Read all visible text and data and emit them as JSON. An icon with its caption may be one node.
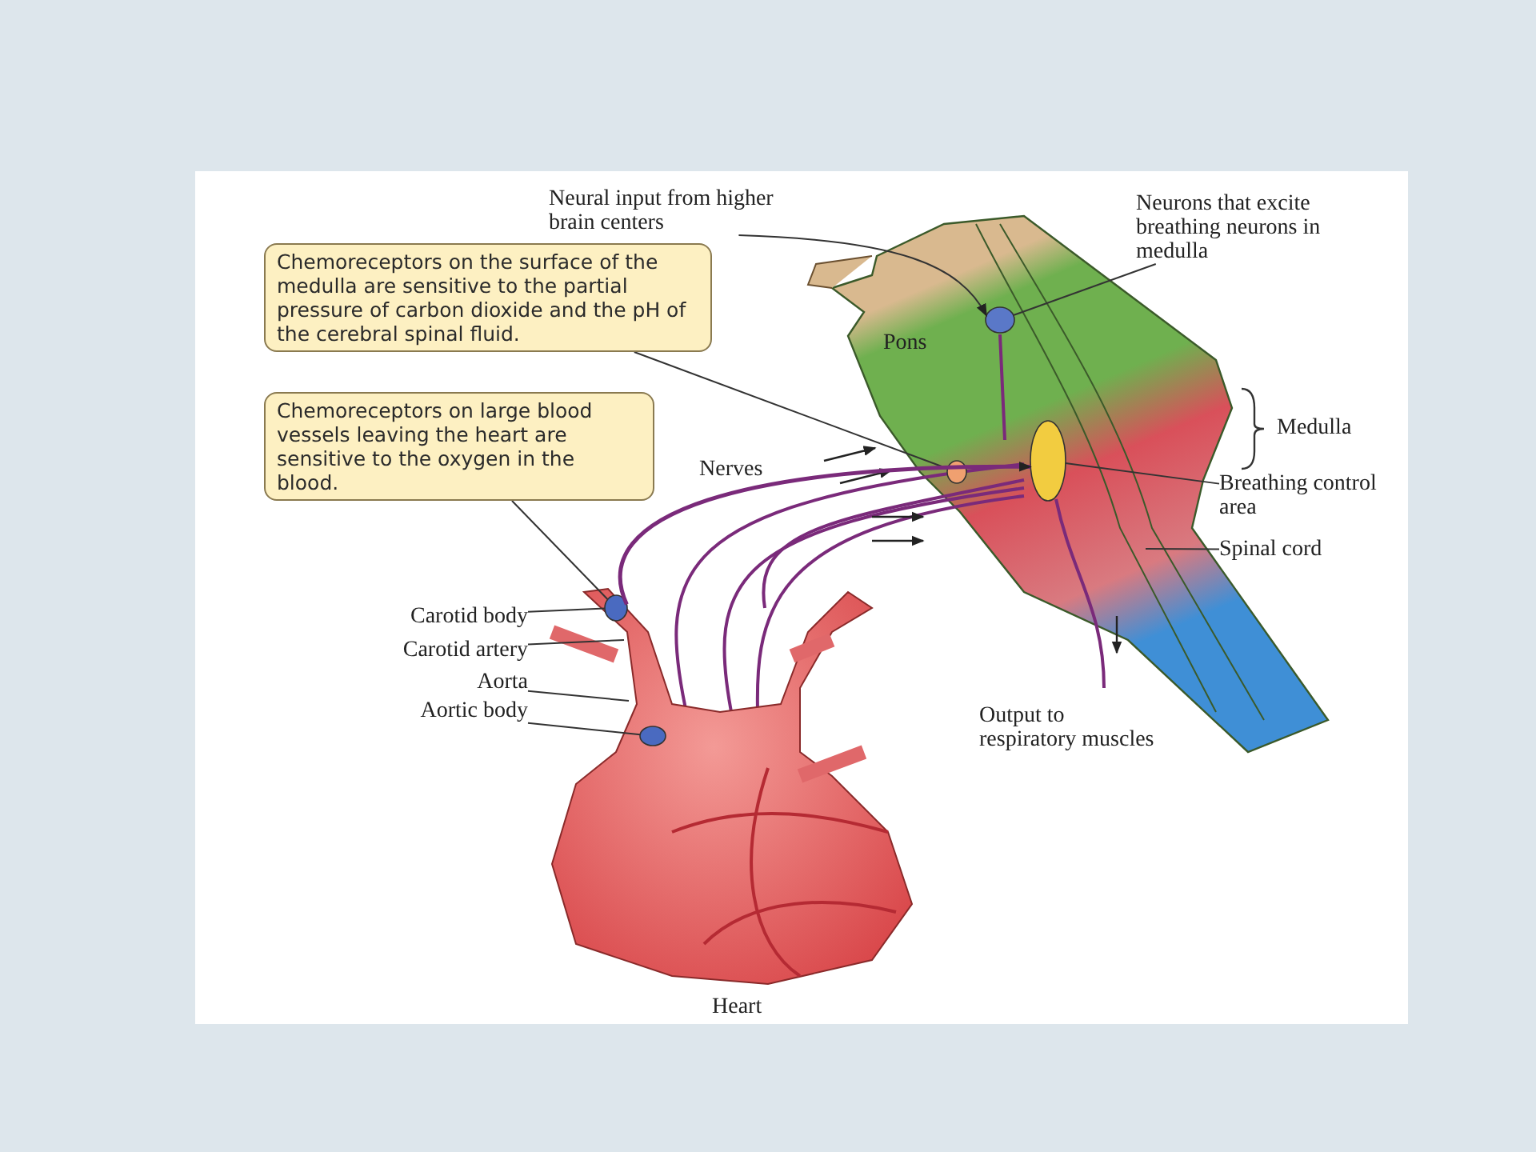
{
  "diagram": {
    "nodes": [
      {
        "text": [
          "Neural input from higher brain centers"
        ]
      },
      {
        "text": [
          "Chemoreceptors on the surface of the medulla are sensitive to the partial pressure of carbon dioxide and the pH of the cerebral spinal fluid."
        ]
      },
      {
        "text": [],
        "shape": "circle"
      },
      {
        "text": [
          "Neurons that excite breathing neurons in medulla"
        ]
      },
      {
        "text": [],
        "shape": "circle"
      },
      {
        "text": [
          "Breathing control area"
        ]
      },
      {
        "text": [],
        "shape": "circle"
      },
      {
        "text": [
          "Spinal cord"
        ]
      },
      {
        "text": [
          "Chemoreceptors on large blood vessels leaving the heart are sensitive to the oxygen in the blood."
        ]
      },
      {
        "text": [],
        "shape": "circle"
      },
      {
        "text": [
          "Carotid body"
        ]
      },
      {
        "text": [
          "Carotid artery"
        ]
      },
      {
        "text": [
          "Aorta"
        ]
      },
      {
        "text": [
          "Aortic body"
        ]
      },
      {
        "text": [],
        "shape": "circle"
      }
    ],
    "edges": [
      {
        "from": 0,
        "to": 4,
        "arrow": "to"
      },
      {
        "from": 1,
        "to": 2,
        "arrow": "none"
      },
      {
        "from": 3,
        "to": 4,
        "arrow": "none"
      },
      {
        "from": 5,
        "to": 6,
        "arrow": "none"
      },
      {
        "from": 7,
        "to": null,
        "arrow": "none"
      },
      {
        "from": 8,
        "to": 9,
        "arrow": "none"
      },
      {
        "from": 10,
        "to": 9,
        "arrow": "none"
      },
      {
        "from": 11,
        "to": null,
        "arrow": "none"
      },
      {
        "from": 12,
        "to": null,
        "arrow": "none"
      },
      {
        "from": 13,
        "to": 14,
        "arrow": "none"
      },
      {
        "from": 9,
        "to": 6,
        "arrow": "to",
        "style": "thick",
        "color": "#7a2a7a"
      }
    ],
    "labels": [
      "Pons",
      "Medulla",
      "Nerves",
      "Output to respiratory muscles",
      "Heart"
    ]
  }
}
